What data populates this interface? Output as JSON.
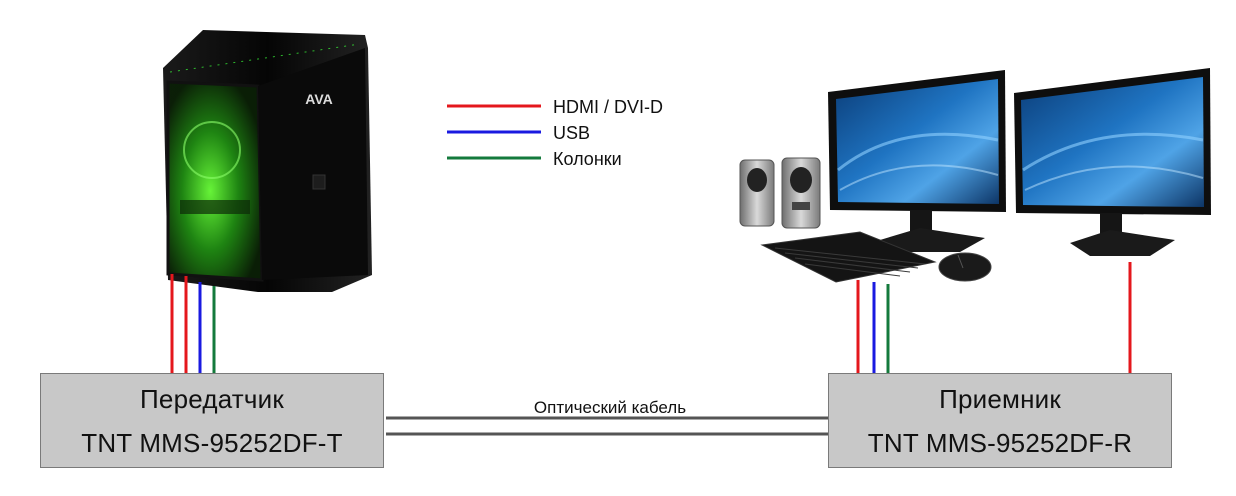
{
  "legend": {
    "items": [
      {
        "label": "HDMI / DVI-D",
        "color": "#e4171c"
      },
      {
        "label": "USB",
        "color": "#1a1ae0"
      },
      {
        "label": "Колонки",
        "color": "#147a3c"
      }
    ]
  },
  "transmitter": {
    "title": "Передатчик",
    "model": "TNT MMS-95252DF-T"
  },
  "receiver": {
    "title": "Приемник",
    "model": "TNT MMS-95252DF-R"
  },
  "cable": {
    "label": "Оптический кабель",
    "color": "#555555"
  },
  "devices": {
    "pc_brand": "AVA"
  }
}
